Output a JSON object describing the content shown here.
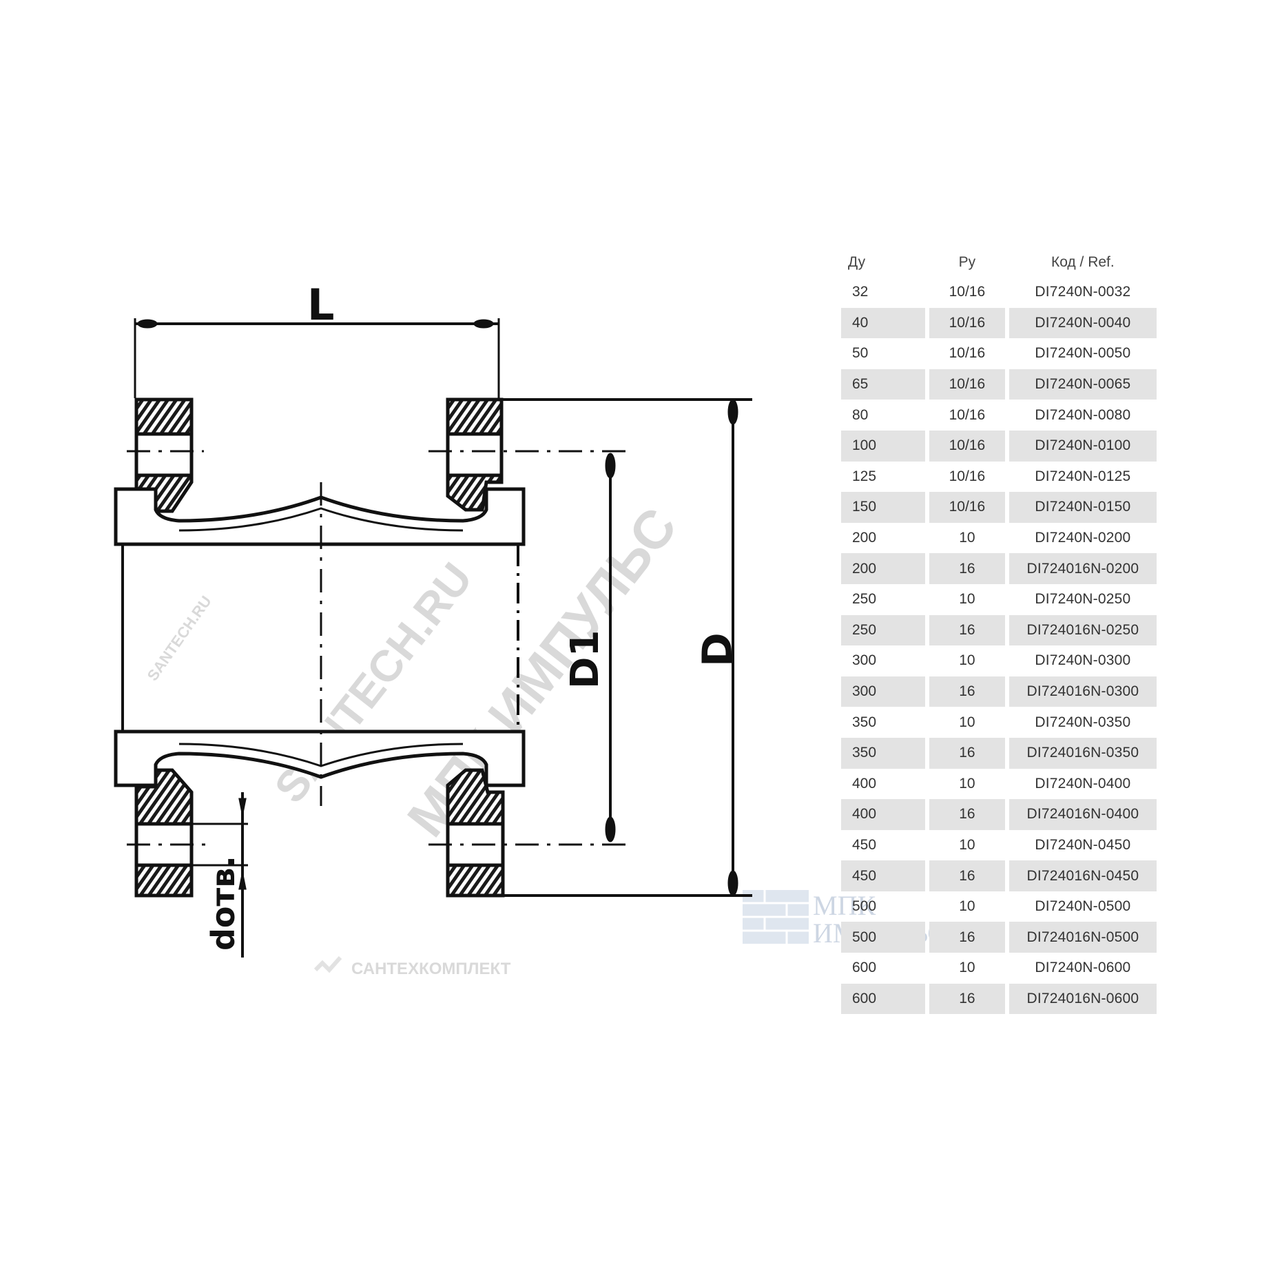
{
  "diagram": {
    "labels": {
      "length": "L",
      "inner_diameter": "D1",
      "outer_diameter": "D",
      "bolt_hole": "dотв."
    }
  },
  "watermarks": {
    "diagonal_site": "SANTECH.RU",
    "diagonal_company": "МПК ИМПУЛЬС",
    "small_site": "SANTECH.RU",
    "bottom_brand": "САНТЕХКОМПЛЕКТ",
    "logo_line1": "МПК",
    "logo_line2": "ИМПУЛЬС"
  },
  "table": {
    "headers": [
      "Ду",
      "Ру",
      "Код / Ref."
    ],
    "rows": [
      {
        "dn": "32",
        "pn": "10/16",
        "code": "DI7240N-0032"
      },
      {
        "dn": "40",
        "pn": "10/16",
        "code": "DI7240N-0040"
      },
      {
        "dn": "50",
        "pn": "10/16",
        "code": "DI7240N-0050"
      },
      {
        "dn": "65",
        "pn": "10/16",
        "code": "DI7240N-0065"
      },
      {
        "dn": "80",
        "pn": "10/16",
        "code": "DI7240N-0080"
      },
      {
        "dn": "100",
        "pn": "10/16",
        "code": "DI7240N-0100"
      },
      {
        "dn": "125",
        "pn": "10/16",
        "code": "DI7240N-0125"
      },
      {
        "dn": "150",
        "pn": "10/16",
        "code": "DI7240N-0150"
      },
      {
        "dn": "200",
        "pn": "10",
        "code": "DI7240N-0200"
      },
      {
        "dn": "200",
        "pn": "16",
        "code": "DI724016N-0200"
      },
      {
        "dn": "250",
        "pn": "10",
        "code": "DI7240N-0250"
      },
      {
        "dn": "250",
        "pn": "16",
        "code": "DI724016N-0250"
      },
      {
        "dn": "300",
        "pn": "10",
        "code": "DI7240N-0300"
      },
      {
        "dn": "300",
        "pn": "16",
        "code": "DI724016N-0300"
      },
      {
        "dn": "350",
        "pn": "10",
        "code": "DI7240N-0350"
      },
      {
        "dn": "350",
        "pn": "16",
        "code": "DI724016N-0350"
      },
      {
        "dn": "400",
        "pn": "10",
        "code": "DI7240N-0400"
      },
      {
        "dn": "400",
        "pn": "16",
        "code": "DI724016N-0400"
      },
      {
        "dn": "450",
        "pn": "10",
        "code": "DI7240N-0450"
      },
      {
        "dn": "450",
        "pn": "16",
        "code": "DI724016N-0450"
      },
      {
        "dn": "500",
        "pn": "10",
        "code": "DI7240N-0500"
      },
      {
        "dn": "500",
        "pn": "16",
        "code": "DI724016N-0500"
      },
      {
        "dn": "600",
        "pn": "10",
        "code": "DI7240N-0600"
      },
      {
        "dn": "600",
        "pn": "16",
        "code": "DI724016N-0600"
      }
    ]
  }
}
